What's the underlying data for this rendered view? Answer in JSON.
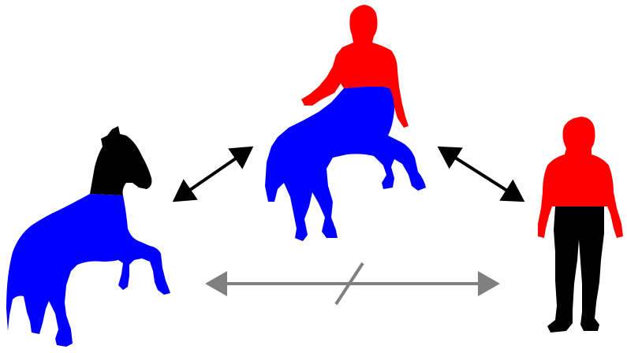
{
  "figures": [
    {
      "name": "horse",
      "segments": [
        "head-neck",
        "body-legs"
      ],
      "colors": [
        "#000000",
        "#0000ff"
      ]
    },
    {
      "name": "centaur",
      "segments": [
        "human-torso",
        "horse-body"
      ],
      "colors": [
        "#ff0000",
        "#0000ff"
      ]
    },
    {
      "name": "human",
      "segments": [
        "torso",
        "legs"
      ],
      "colors": [
        "#ff0000",
        "#000000"
      ]
    }
  ],
  "arrows": [
    {
      "from": "horse",
      "to": "centaur",
      "color": "#000000",
      "crossed": false
    },
    {
      "from": "centaur",
      "to": "human",
      "color": "#000000",
      "crossed": false
    },
    {
      "from": "horse",
      "to": "human",
      "color": "#808080",
      "crossed": true
    }
  ]
}
